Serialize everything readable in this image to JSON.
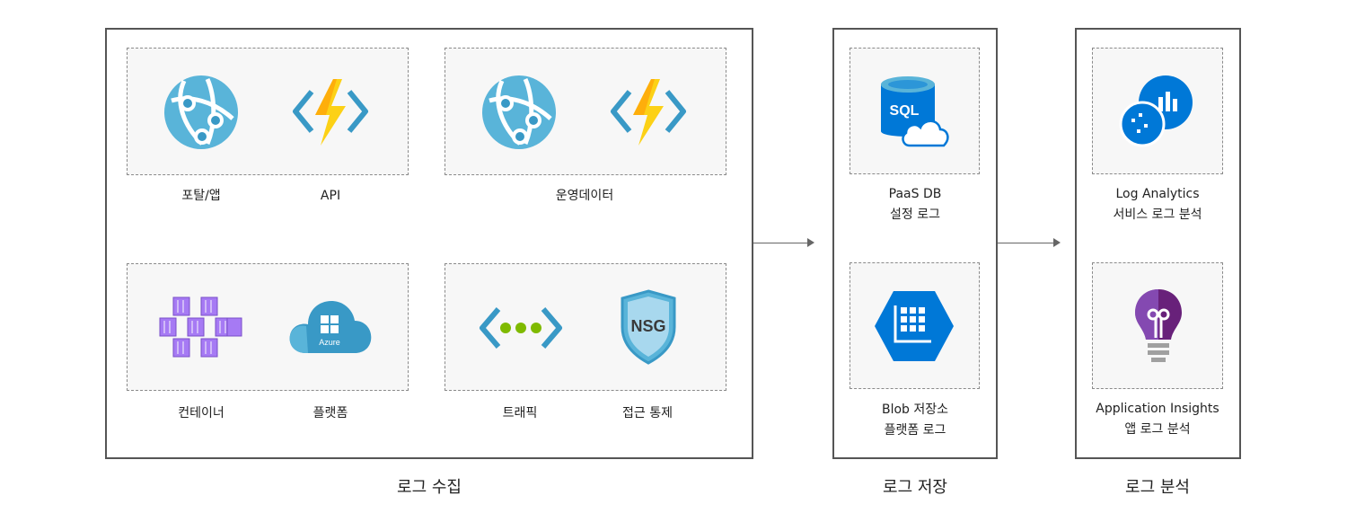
{
  "collect": {
    "title": "로그 수집",
    "portal_label": "포탈/앱",
    "api_label": "API",
    "ops_label": "운영데이터",
    "container_label": "컨테이너",
    "platform_label": "플랫폼",
    "platform_icon_text": "Azure",
    "traffic_label": "트래픽",
    "access_label": "접근 통제",
    "nsg_icon_text": "NSG"
  },
  "store": {
    "title": "로그 저장",
    "paas_label_1": "PaaS DB",
    "paas_label_2": "설정 로그",
    "sql_icon_text": "SQL",
    "blob_label_1": "Blob 저장소",
    "blob_label_2": "플랫폼 로그"
  },
  "analyze": {
    "title": "로그 분석",
    "la_label_1": "Log Analytics",
    "la_label_2": "서비스 로그 분석",
    "ai_label_1": "Application Insights",
    "ai_label_2": "앱 로그 분석"
  },
  "colors": {
    "panel_border": "#555555",
    "webapp_blue": "#59b4d9",
    "function_yellow": "#fcd116",
    "container_purple": "#a67af4",
    "azure_blue": "#3999c6",
    "network_green": "#7fba00",
    "sql_blue": "#0078d7",
    "insights_purple": "#68217a"
  }
}
